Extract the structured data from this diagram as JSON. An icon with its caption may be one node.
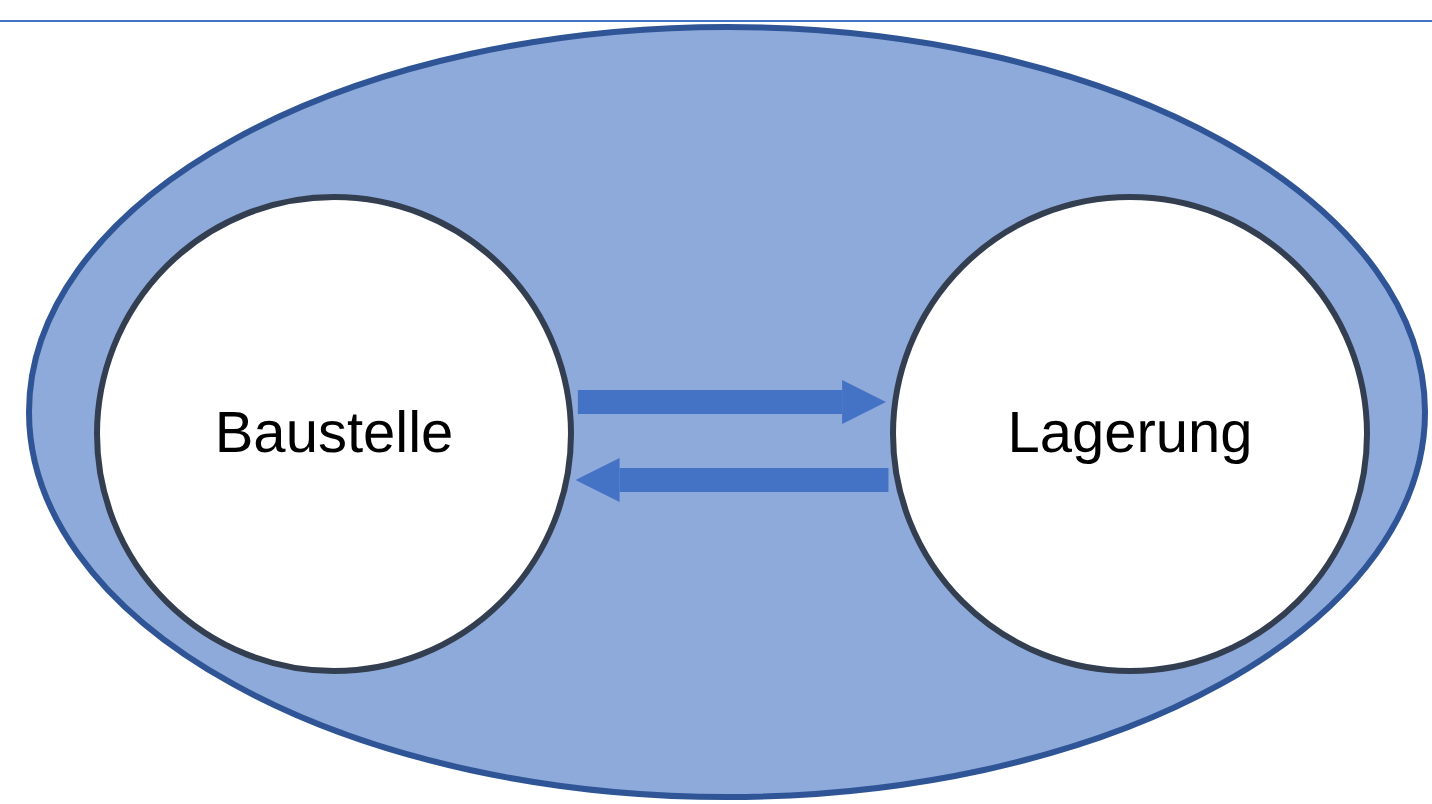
{
  "diagram": {
    "nodes": [
      {
        "text": [],
        "shape": "ellipse"
      },
      {
        "text": [
          "Baustelle"
        ],
        "in": 0
      },
      {
        "text": [
          "Lagerung"
        ],
        "in": 0
      }
    ],
    "edges": [
      {
        "from": 1,
        "to": 2,
        "arrow": "to"
      },
      {
        "from": 2,
        "to": 1,
        "arrow": "to"
      }
    ]
  }
}
